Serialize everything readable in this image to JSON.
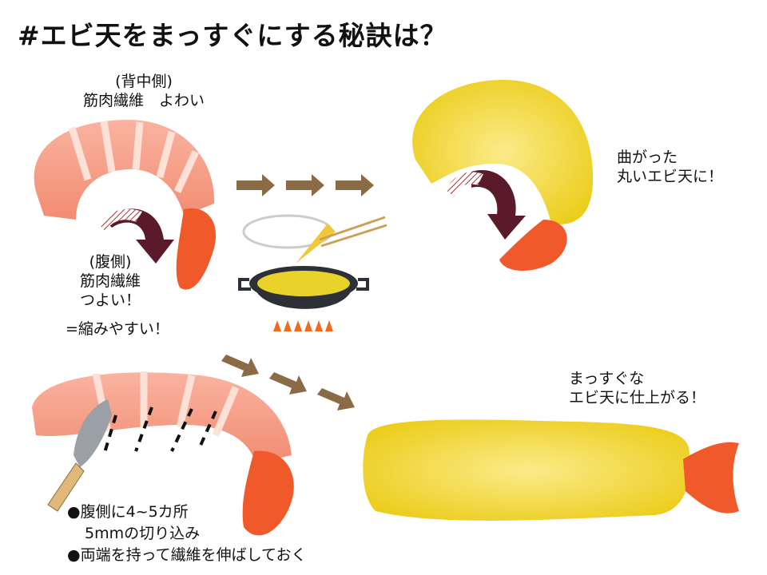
{
  "title": "#エビ天をまっすぐにする秘訣は？",
  "back_side": {
    "label": "(背中側)",
    "text": "筋肉繊維　よわい"
  },
  "belly_side": {
    "label": "(腹側)",
    "line1": "筋肉繊維",
    "line2": "つよい！",
    "note": "=縮みやすい！"
  },
  "result_curved": {
    "line1": "曲がった",
    "line2": "丸いエビ天に！"
  },
  "result_straight": {
    "line1": "まっすぐな",
    "line2": "エビ天に仕上がる！"
  },
  "tips": {
    "line1": "●腹側に4~5カ所",
    "line2": "5mmの切り込み",
    "line3": "●両端を持って繊維を伸ばしておく"
  },
  "colors": {
    "arrow": "#8b6a46",
    "shrimp": "#f7a08a",
    "tail": "#f05a2a",
    "batter": "#f2dc3a",
    "curl_arrow": "#5a1a2a"
  }
}
